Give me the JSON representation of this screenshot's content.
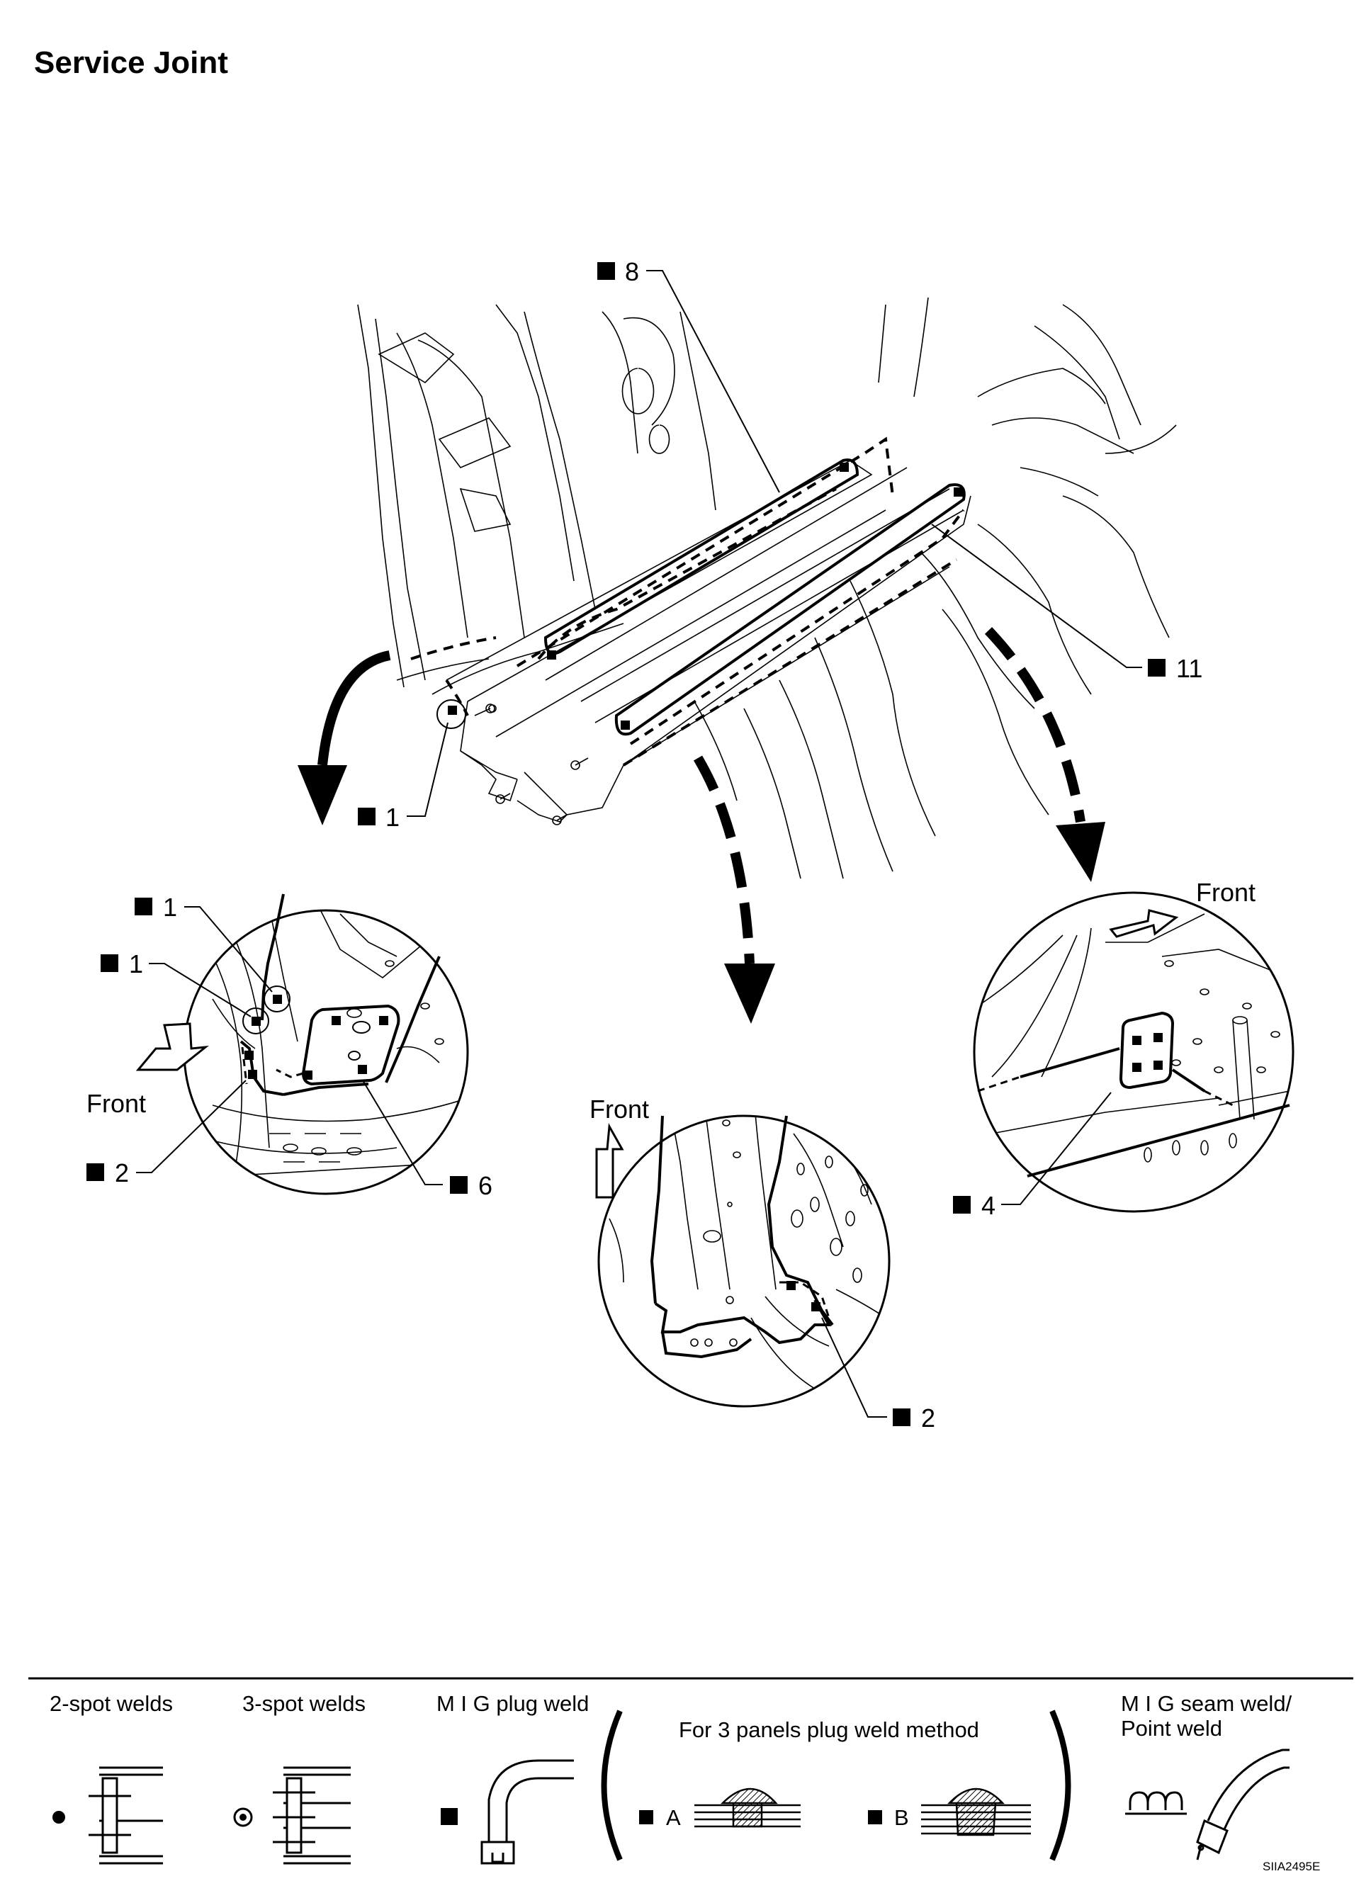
{
  "page": {
    "title": "Service Joint",
    "figure_code": "SIIA2495E"
  },
  "callouts": {
    "c8": "8",
    "c11": "11",
    "c1_main": "1",
    "c1_a": "1",
    "c1_b": "1",
    "c2_left": "2",
    "c6": "6",
    "c2_mid": "2",
    "c4": "4"
  },
  "front_labels": {
    "left": "Front",
    "middle": "Front",
    "right": "Front"
  },
  "legend": {
    "two_spot": "2-spot welds",
    "three_spot": "3-spot welds",
    "mig_plug": "M I G plug weld",
    "three_panels": "For 3 panels plug weld method",
    "method_a": "A",
    "method_b": "B",
    "mig_seam_line1": "M I G seam weld/",
    "mig_seam_line2": "Point weld"
  }
}
